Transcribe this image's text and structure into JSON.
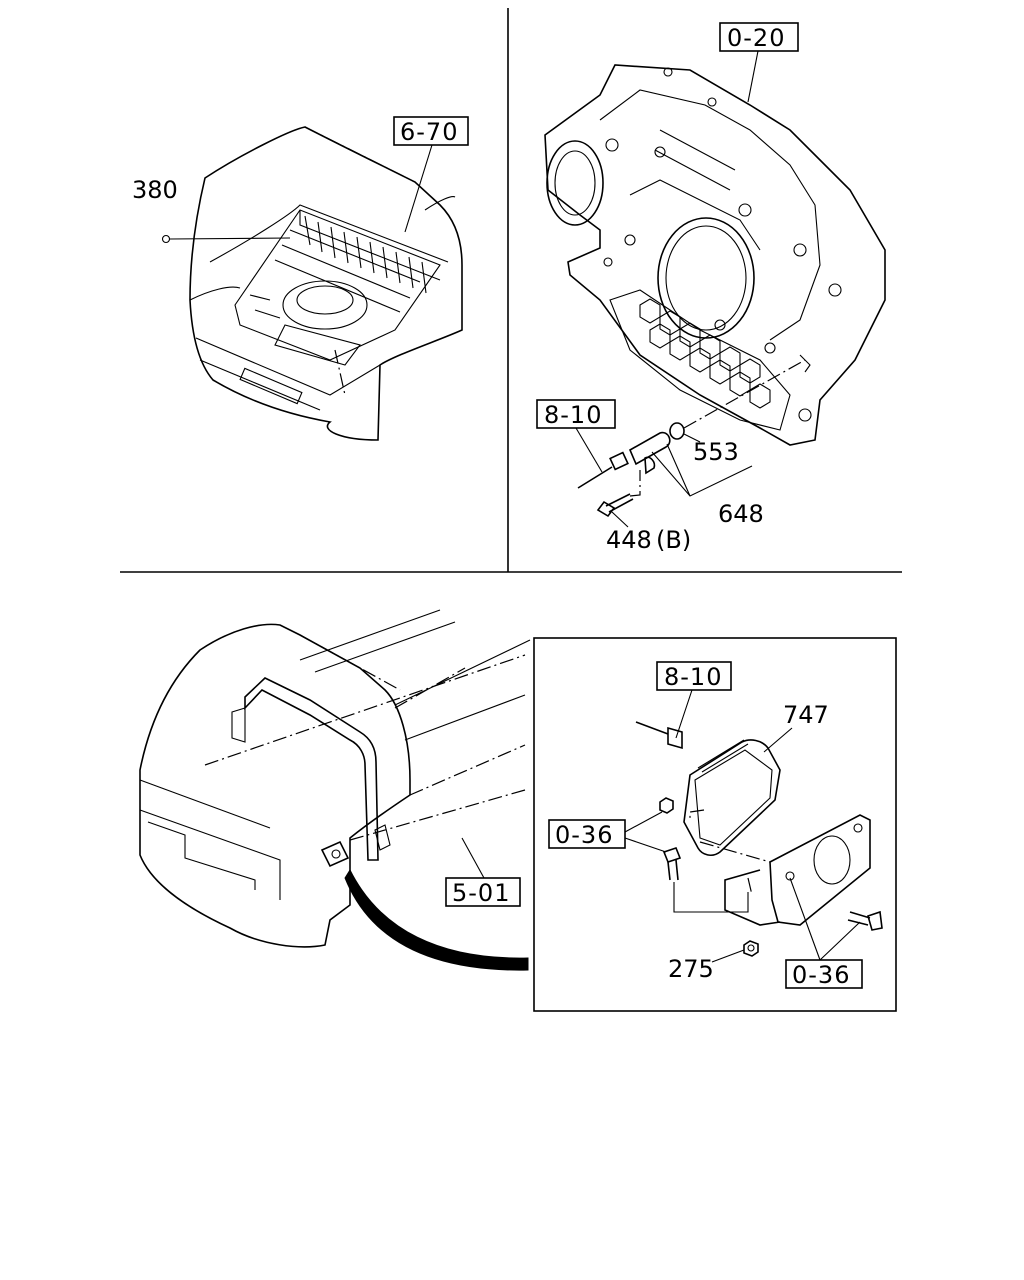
{
  "top_left": {
    "ref_box": "6-70",
    "part": "380"
  },
  "top_right": {
    "ref_box_housing": "0-20",
    "ref_box_harness": "8-10",
    "part_oring": "553",
    "part_sensor": "648",
    "part_bolt": "448",
    "part_bolt_suffix": "(B)"
  },
  "bottom": {
    "ref_box_frame": "5-01",
    "ref_box_harness": "8-10",
    "part_module": "747",
    "ref_box_upper": "0-36",
    "ref_box_lower": "0-36",
    "part_nut": "275"
  }
}
